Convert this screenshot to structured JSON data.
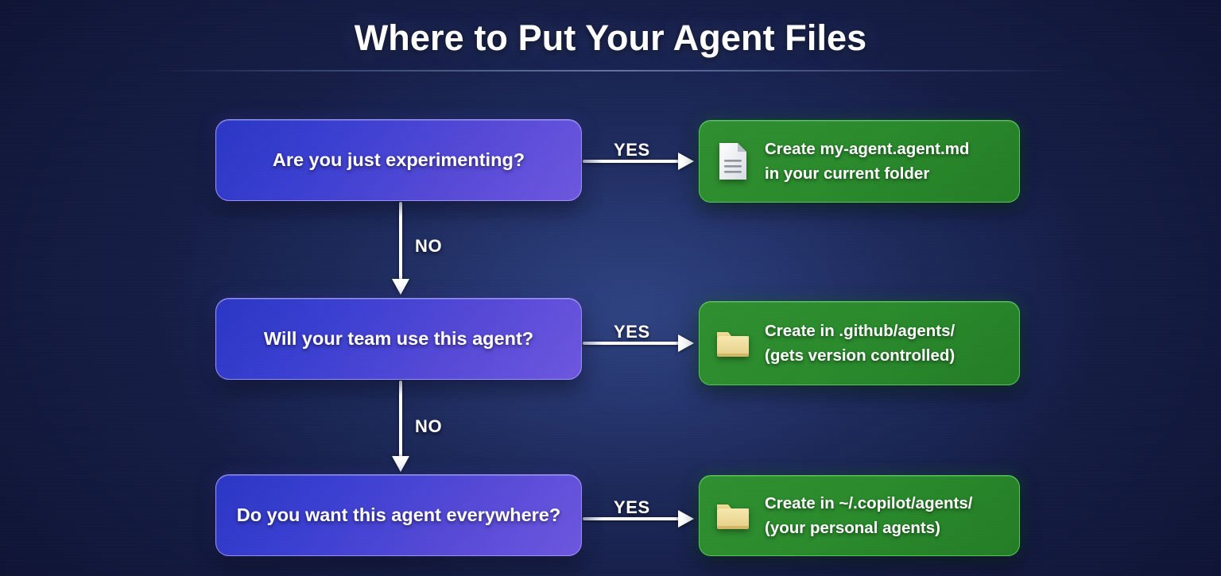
{
  "header": {
    "title": "Where to Put Your Agent Files"
  },
  "colors": {
    "background_dark": "#0d1028",
    "background_mid": "#1d2a5e",
    "decision_blue": "#2b36c4",
    "decision_purple": "#6d57de",
    "decision_border": "#aea8ff",
    "outcome_green": "#2a8a2c",
    "outcome_border": "#56ce56",
    "arrow_white": "#ffffff",
    "folder_yellow": "#e8d храм"
  },
  "flow": {
    "decisions": [
      {
        "label": "Are you just experimenting?"
      },
      {
        "label": "Will your team use this agent?"
      },
      {
        "label": "Do you want this agent everywhere?"
      }
    ],
    "outcomes": [
      {
        "icon": "document-icon",
        "line1": "Create my-agent.agent.md",
        "line2": "in your current folder"
      },
      {
        "icon": "folder-icon",
        "line1": "Create in .github/agents/",
        "line2": "(gets version controlled)"
      },
      {
        "icon": "folder-icon",
        "line1": "Create in ~/.copilot/agents/",
        "line2": "(your personal agents)"
      }
    ],
    "edges": {
      "yes": "YES",
      "no": "NO"
    }
  }
}
